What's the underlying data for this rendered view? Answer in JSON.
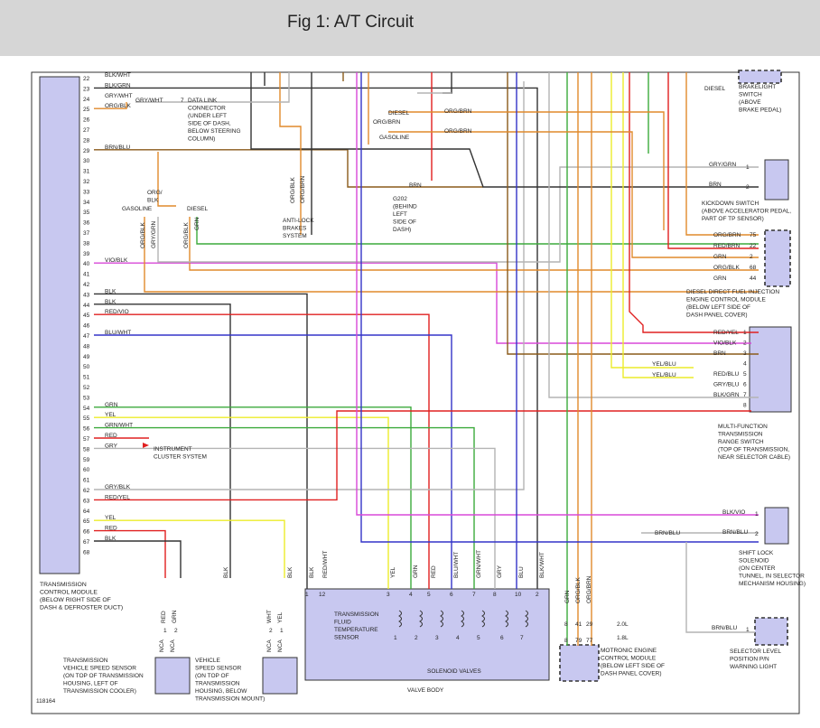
{
  "title": "Fig 1: A/T Circuit",
  "figure_id": "118164",
  "tcm": {
    "pin_numbers": [
      "22",
      "23",
      "24",
      "25",
      "26",
      "27",
      "28",
      "29",
      "30",
      "31",
      "32",
      "33",
      "34",
      "35",
      "36",
      "37",
      "38",
      "39",
      "40",
      "41",
      "42",
      "43",
      "44",
      "45",
      "46",
      "47",
      "48",
      "49",
      "50",
      "51",
      "52",
      "53",
      "54",
      "55",
      "56",
      "57",
      "58",
      "59",
      "60",
      "61",
      "62",
      "63",
      "64",
      "65",
      "66",
      "67",
      "68"
    ],
    "wire_labels": [
      {
        "pin": "22",
        "text": "BLK/WHT"
      },
      {
        "pin": "23",
        "text": "BLK/GRN"
      },
      {
        "pin": "24",
        "text": "GRY/WHT"
      },
      {
        "pin": "25",
        "text": "ORG/BLK"
      },
      {
        "pin": "29",
        "text": "BRN/BLU"
      },
      {
        "pin": "40",
        "text": "VIO/BLK"
      },
      {
        "pin": "43",
        "text": "BLK"
      },
      {
        "pin": "44",
        "text": "BLK"
      },
      {
        "pin": "45",
        "text": "RED/VIO"
      },
      {
        "pin": "47",
        "text": "BLU/WHT"
      },
      {
        "pin": "54",
        "text": "GRN"
      },
      {
        "pin": "55",
        "text": "YEL"
      },
      {
        "pin": "56",
        "text": "GRN/WHT"
      },
      {
        "pin": "57",
        "text": "RED"
      },
      {
        "pin": "58",
        "text": "GRY"
      },
      {
        "pin": "62",
        "text": "GRY/BLK"
      },
      {
        "pin": "63",
        "text": "RED/YEL"
      },
      {
        "pin": "65",
        "text": "YEL"
      },
      {
        "pin": "66",
        "text": "RED"
      },
      {
        "pin": "67",
        "text": "BLK"
      }
    ],
    "label": [
      "TRANSMISSION",
      "CONTROL MODULE",
      "(BELOW RIGHT SIDE OF",
      "DASH & DEFROSTER DUCT)"
    ]
  },
  "labels": {
    "gry_wht_mid": "GRY/WHT",
    "dlc_pin": "7",
    "dlc": [
      "DATA LINK",
      "CONNECTOR",
      "(UNDER LEFT",
      "SIDE OF DASH,",
      "BELOW STEERING",
      "COLUMN)"
    ],
    "org_blk_left": [
      "ORG/",
      "BLK"
    ],
    "gasoline_left": "GASOLINE",
    "diesel_left": "DIESEL",
    "vert_org_blk": "ORG/BLK",
    "vert_gry_grn": "GRY/GRN",
    "vert_org_blk2": "ORG/BLK",
    "vert_grn": "GRN",
    "abs_org_blk": "ORG/BLK",
    "abs_org_brn": "ORG/BRN",
    "abs": [
      "ANTI-LOCK",
      "BRAKES",
      "SYSTEM"
    ],
    "diesel_mid": "DIESEL",
    "org_brn_mid": "ORG/BRN",
    "gasoline_mid": "GASOLINE",
    "org_brn_right1": "ORG/BRN",
    "org_brn_right2": "ORG/BRN",
    "brn_g202": "BRN",
    "g202": [
      "G202",
      "(BEHIND",
      "LEFT",
      "SIDE OF",
      "DASH)"
    ],
    "diesel_top_right": "DIESEL",
    "brakelight": [
      "BRAKELIGHT",
      "SWITCH",
      "(ABOVE",
      "BRAKE PEDAL)"
    ],
    "instrument": [
      "INSTRUMENT",
      "CLUSTER SYSTEM"
    ]
  },
  "kickdown": {
    "wires": [
      {
        "text": "GRY/GRN",
        "pin": "1"
      },
      {
        "text": "BRN",
        "pin": "2"
      }
    ],
    "label": [
      "KICKDOWN SWITCH",
      "(ABOVE ACCELERATOR PEDAL,",
      "PART OF TP SENSOR)"
    ]
  },
  "diesel_ecm": {
    "wires": [
      {
        "text": "ORG/BRN",
        "pin": "75"
      },
      {
        "text": "RED/BRN",
        "pin": "22"
      },
      {
        "text": "GRN",
        "pin": "2"
      },
      {
        "text": "ORG/BLK",
        "pin": "68"
      },
      {
        "text": "GRN",
        "pin": "44"
      }
    ],
    "label": [
      "DIESEL DIRECT FUEL INJECTION",
      "ENGINE CONTROL MODULE",
      "(BELOW LEFT SIDE OF",
      "DASH PANEL COVER)"
    ]
  },
  "mfrs": {
    "wires": [
      {
        "text": "RED/YEL",
        "pin": "1"
      },
      {
        "text": "VIO/BLK",
        "pin": "2"
      },
      {
        "text": "BRN",
        "pin": "3"
      },
      {
        "text": "",
        "pin": "4"
      },
      {
        "text": "RED/BLU",
        "pin": "5"
      },
      {
        "text": "GRY/BLU",
        "pin": "6"
      },
      {
        "text": "BLK/GRN",
        "pin": "7"
      },
      {
        "text": "",
        "pin": "8"
      }
    ],
    "yel_blu_1": "YEL/BLU",
    "yel_blu_2": "YEL/BLU",
    "label": [
      "MULTI-FUNCTION",
      "TRANSMISSION",
      "RANGE SWITCH",
      "(TOP OF TRANSMISSION,",
      "NEAR SELECTOR CABLE)"
    ]
  },
  "shift_lock": {
    "wires": [
      {
        "text": "BLK/VIO",
        "pin": "1"
      },
      {
        "text": "BRN/BLU",
        "pin": "2"
      }
    ],
    "brn_blu_left": "BRN/BLU",
    "label": [
      "SHIFT LOCK",
      "SOLENOID",
      "(ON CENTER",
      "TUNNEL, IN SELECTOR",
      "MECHANISM HOUSING)"
    ]
  },
  "selector_light": {
    "wire": "BRN/BLU",
    "pin": "1",
    "label": [
      "SELECTOR LEVEL",
      "POSITION P/N",
      "WARNING LIGHT"
    ]
  },
  "valve_body": {
    "wire_labels": [
      "BLK",
      "RED/WHT",
      "YEL",
      "GRN",
      "RED",
      "BLU/WHT",
      "GRN/WHT",
      "GRY",
      "BLU",
      "BLK/WHT"
    ],
    "pins": [
      "1",
      "12",
      "3",
      "4",
      "5",
      "6",
      "7",
      "8",
      "10",
      "2"
    ],
    "sensor": [
      "TRANSMISSION",
      "FLUID",
      "TEMPERATURE",
      "SENSOR"
    ],
    "coil_numbers": [
      "1",
      "2",
      "3",
      "4",
      "5",
      "6",
      "7"
    ],
    "solenoid_label": "SOLENOID VALVES",
    "label": "VALVE BODY"
  },
  "vss": {
    "wires": [
      "RED",
      "GRN"
    ],
    "pins": [
      "1",
      "2"
    ],
    "nca": "NCA",
    "label": [
      "TRANSMISSION",
      "VEHICLE SPEED SENSOR",
      "(ON TOP OF TRANSMISSION",
      "HOUSING, LEFT OF",
      "TRANSMISSION COOLER)"
    ]
  },
  "vehicle_ss": {
    "wires": [
      "WHT",
      "YEL",
      "BLK"
    ],
    "pins": [
      "2",
      "1"
    ],
    "nca": "NCA",
    "label": [
      "VEHICLE",
      "SPEED SENSOR",
      "(ON TOP OF",
      "TRANSMISSION",
      "HOUSING, BELOW",
      "TRANSMISSION MOUNT)"
    ]
  },
  "motronic": {
    "wires": [
      "GRN",
      "ORG/BLK",
      "ORG/BRN"
    ],
    "pins_20": [
      "8",
      "41",
      "29"
    ],
    "pins_18": [
      "8",
      "79",
      "77"
    ],
    "ver_20": "2.0L",
    "ver_18": "1.8L",
    "label": [
      "MOTRONIC ENGINE",
      "CONTROL MODULE",
      "(BELOW LEFT SIDE OF",
      "DASH PANEL COVER)"
    ]
  },
  "colors": {
    "black": "#333333",
    "gray": "#b4b4b4",
    "orange": "#e08a2c",
    "brown": "#8a5a1a",
    "red": "#e02020",
    "yellow": "#ecec2a",
    "green": "#3caa3c",
    "blue": "#3434c8",
    "violet": "#d848d8",
    "module_fill": "#c8c8f0"
  }
}
